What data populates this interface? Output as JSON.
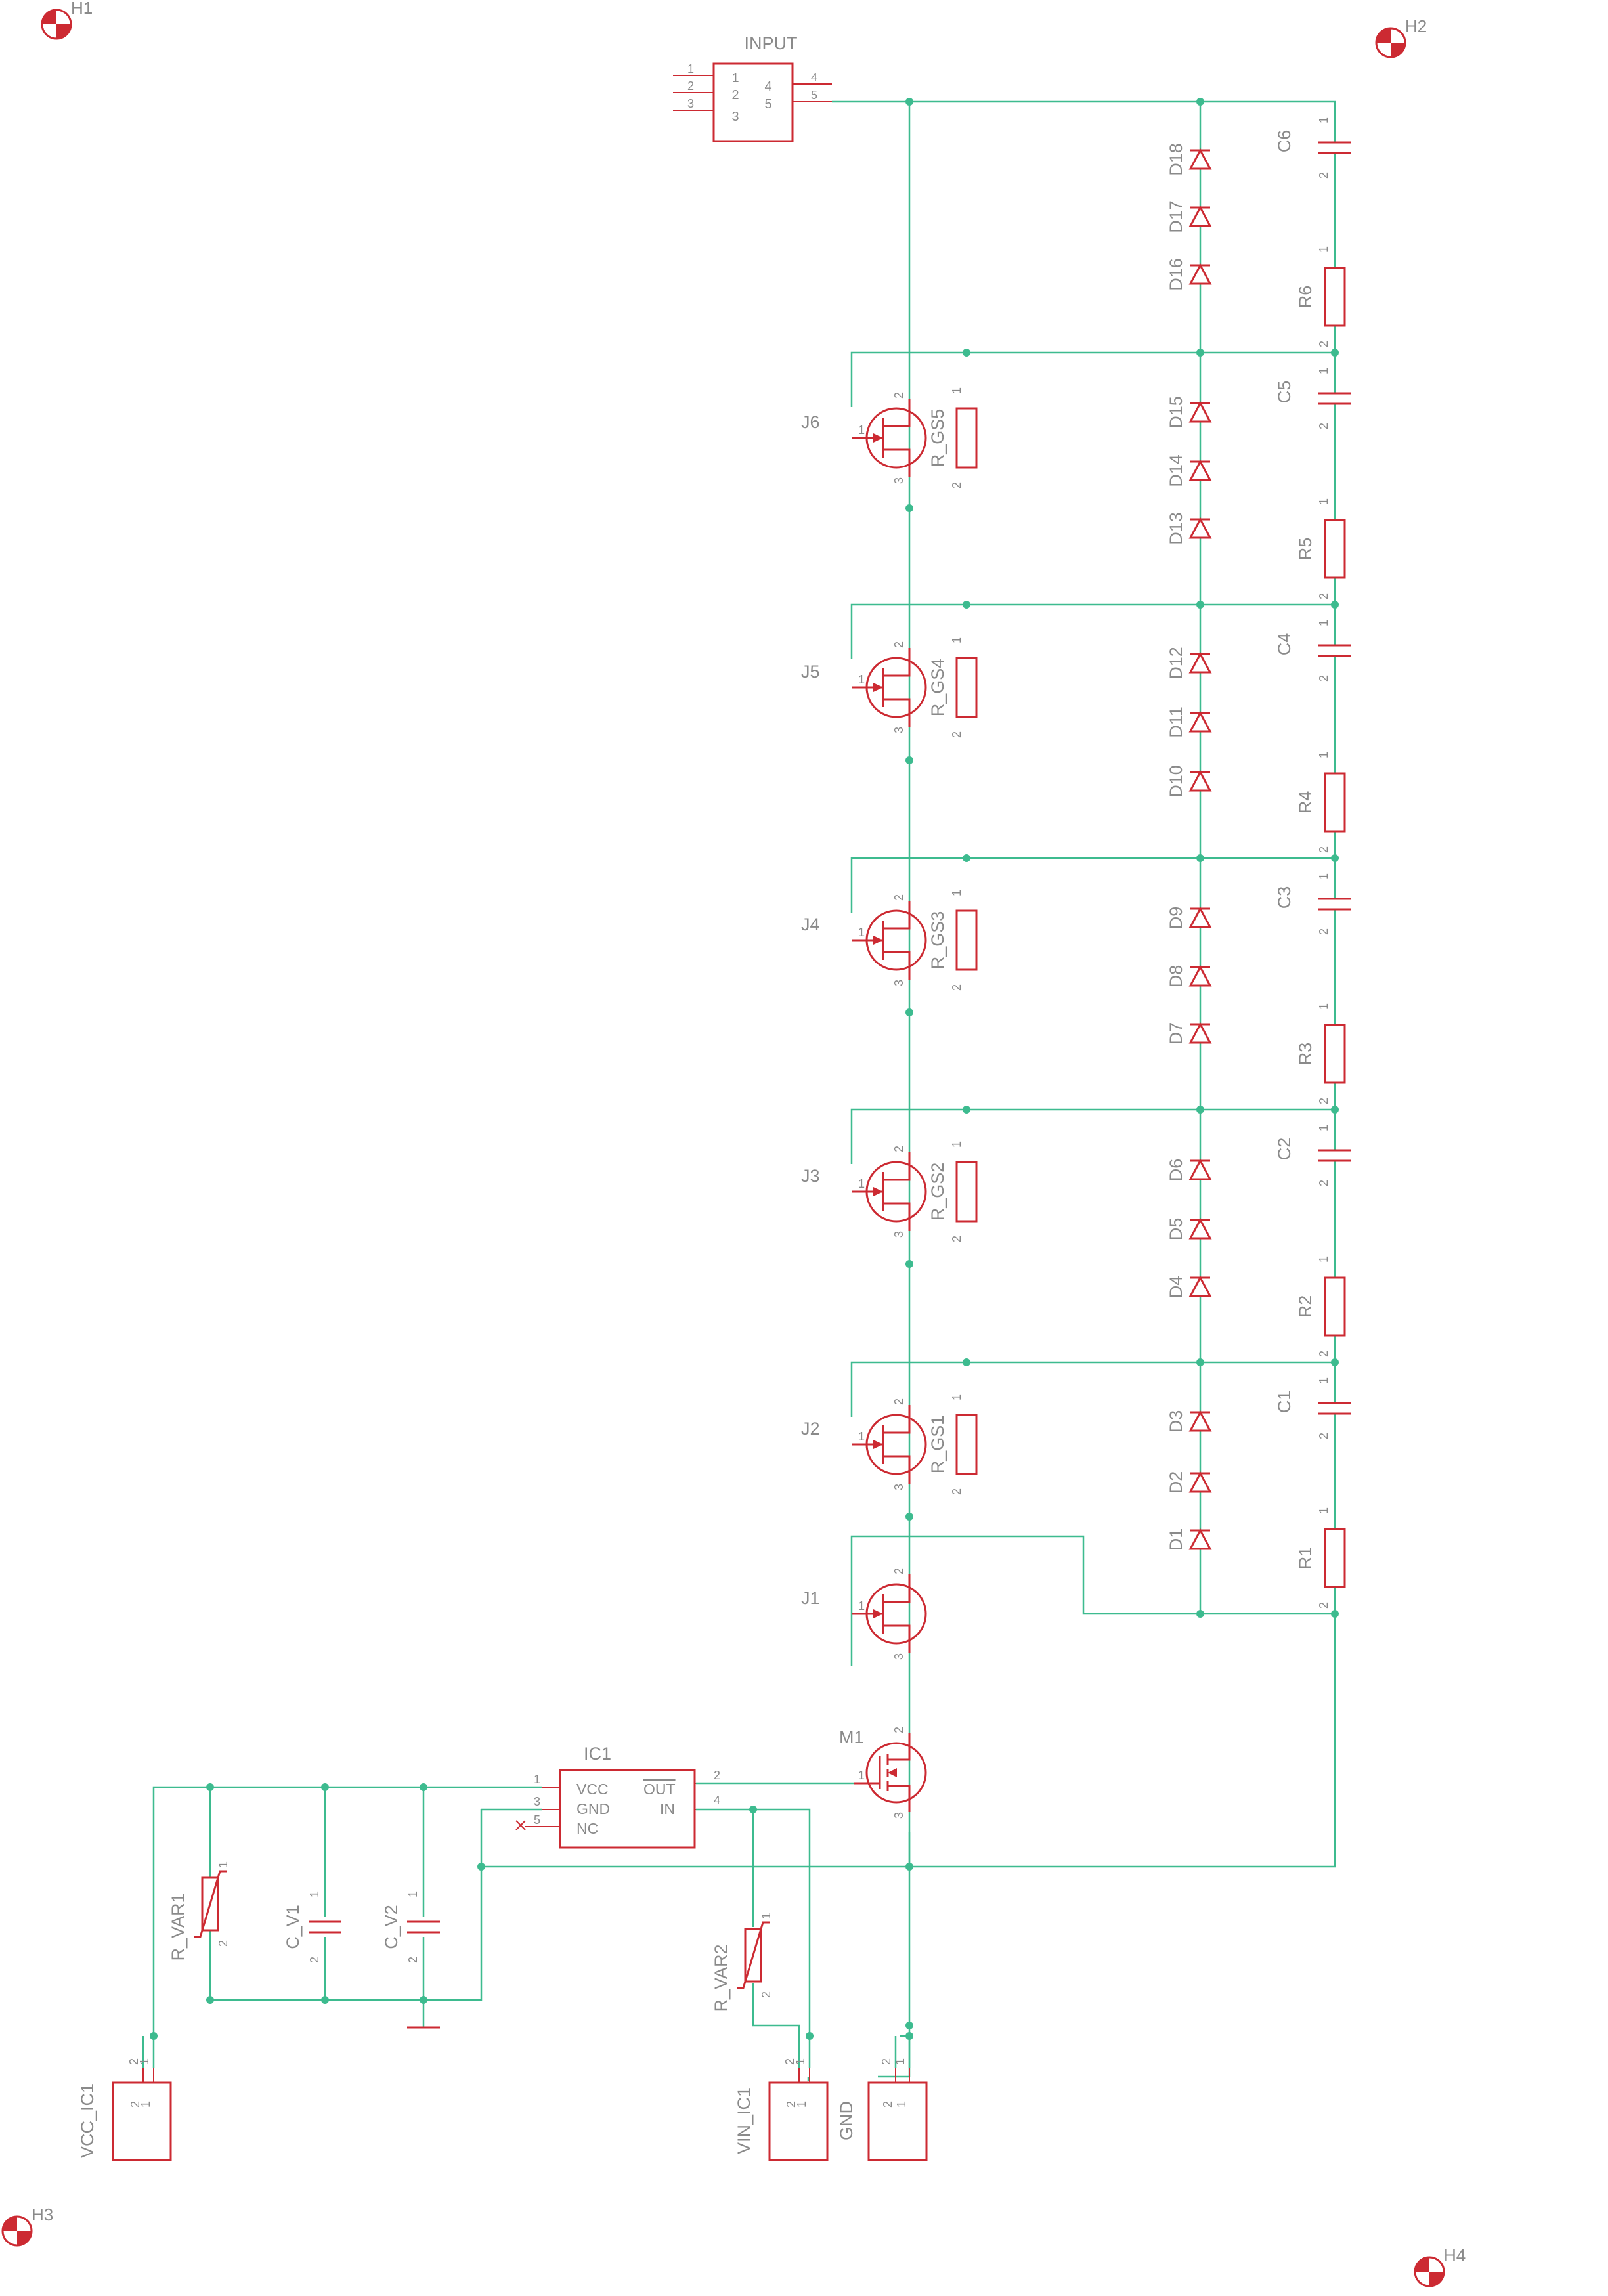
{
  "schematic": {
    "colors": {
      "wire": "#3dbb8f",
      "symbol": "#cc2a32",
      "label": "#8a8a8a",
      "junction": "#3dbb8f"
    },
    "holes": [
      "H1",
      "H2",
      "H3",
      "H4"
    ],
    "input": {
      "name": "INPUT",
      "pins_left": [
        "1",
        "2",
        "3"
      ],
      "pins_right": [
        "4",
        "5"
      ]
    },
    "ic1": {
      "name": "IC1",
      "pin_vcc": "VCC",
      "pin_gnd": "GND",
      "pin_nc": "NC",
      "pin_out": "OUT",
      "pin_in": "IN"
    },
    "mosfet": {
      "name": "M1"
    },
    "jfets": [
      "J1",
      "J2",
      "J3",
      "J4",
      "J5",
      "J6"
    ],
    "gate_resistors": [
      "R_GS1",
      "R_GS2",
      "R_GS3",
      "R_GS4",
      "R_GS5"
    ],
    "diodes": [
      "D1",
      "D2",
      "D3",
      "D4",
      "D5",
      "D6",
      "D7",
      "D8",
      "D9",
      "D10",
      "D11",
      "D12",
      "D13",
      "D14",
      "D15",
      "D16",
      "D17",
      "D18"
    ],
    "capacitors": [
      "C1",
      "C2",
      "C3",
      "C4",
      "C5",
      "C6"
    ],
    "resistors": [
      "R1",
      "R2",
      "R3",
      "R4",
      "R5",
      "R6"
    ],
    "varistors": [
      "R_VAR1",
      "R_VAR2"
    ],
    "supply_caps": [
      "C_V1",
      "C_V2"
    ],
    "connectors": [
      "VCC_IC1",
      "VIN_IC1",
      "GND"
    ],
    "pin_numbers": [
      "1",
      "2",
      "3",
      "4",
      "5"
    ]
  }
}
